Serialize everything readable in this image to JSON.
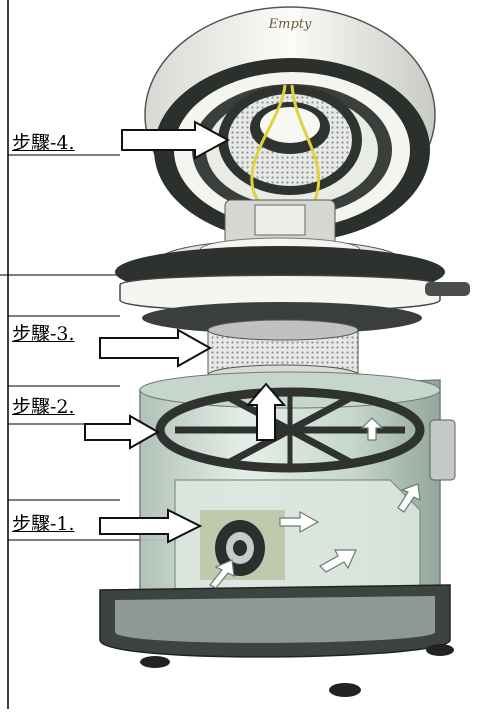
{
  "logo": {
    "text": "Empty"
  },
  "steps": [
    {
      "label": "步驟-4."
    },
    {
      "label": "步驟-3."
    },
    {
      "label": "步驟-2."
    },
    {
      "label": "步驟-1."
    }
  ],
  "colors": {
    "dome": "#f2f2ee",
    "dark_ring": "#2f3330",
    "filter_mesh": "#c9ccc8",
    "wire": "#e0d23a",
    "body_glass": "#cfe0d6",
    "base": "#3d4440",
    "arrow_fill": "#ffffff",
    "arrow_stroke": "#111111"
  }
}
